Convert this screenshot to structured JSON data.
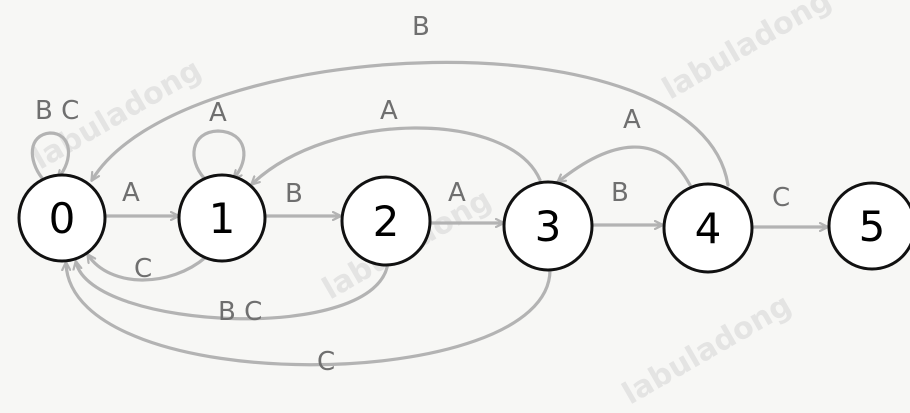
{
  "states": [
    {
      "id": "s0",
      "label": "0"
    },
    {
      "id": "s1",
      "label": "1"
    },
    {
      "id": "s2",
      "label": "2"
    },
    {
      "id": "s3",
      "label": "3"
    },
    {
      "id": "s4",
      "label": "4"
    },
    {
      "id": "s5",
      "label": "5"
    }
  ],
  "transitions": [
    {
      "id": "t0_self",
      "from": "0",
      "to": "0",
      "label": "B C"
    },
    {
      "id": "t1_self",
      "from": "1",
      "to": "1",
      "label": "A"
    },
    {
      "id": "t0_1",
      "from": "0",
      "to": "1",
      "label": "A"
    },
    {
      "id": "t1_2",
      "from": "1",
      "to": "2",
      "label": "B"
    },
    {
      "id": "t2_3",
      "from": "2",
      "to": "3",
      "label": "A"
    },
    {
      "id": "t3_4",
      "from": "3",
      "to": "4",
      "label": "B"
    },
    {
      "id": "t4_5",
      "from": "4",
      "to": "5",
      "label": "C"
    },
    {
      "id": "t1_0",
      "from": "1",
      "to": "0",
      "label": "C"
    },
    {
      "id": "t2_0",
      "from": "2",
      "to": "0",
      "label": "B C"
    },
    {
      "id": "t3_0",
      "from": "3",
      "to": "0",
      "label": "C"
    },
    {
      "id": "t3_1",
      "from": "3",
      "to": "1",
      "label": "A"
    },
    {
      "id": "t4_3",
      "from": "4",
      "to": "3",
      "label": "A"
    },
    {
      "id": "t4_0",
      "from": "4",
      "to": "0",
      "label": "B"
    }
  ],
  "watermark": "labuladong",
  "colors": {
    "edge": "#b3b3b3",
    "edge_label": "#6f6f6f",
    "state_stroke": "#111111",
    "state_fill": "#ffffff",
    "background": "#f7f7f5",
    "watermark": "#e1e1e1"
  }
}
